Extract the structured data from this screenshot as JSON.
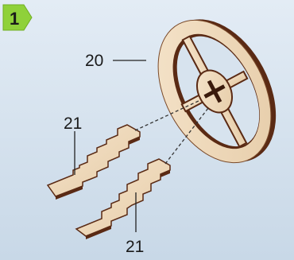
{
  "step": {
    "number": "1"
  },
  "callouts": {
    "wheel": "20",
    "axle_top": "21",
    "axle_bottom": "21"
  },
  "colors": {
    "background_top": "#dfe9f3",
    "background_bottom": "#c9d9e8",
    "badge": "#8fd13a",
    "wood_face": "#f0dcc0",
    "wood_edge": "#5a2a14",
    "line": "#333333"
  }
}
